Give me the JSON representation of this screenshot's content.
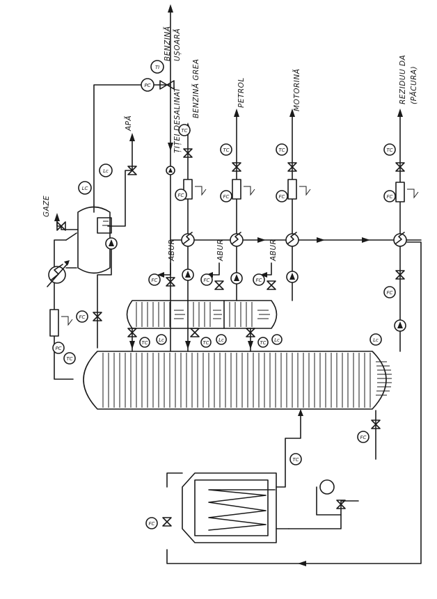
{
  "labels": {
    "gaze": "GAZE",
    "apa": "APĂ",
    "titei": "ȚIȚEI DESALINAT",
    "benzina_usoara_1": "BENZINĂ",
    "benzina_usoara_2": "UȘOARĂ",
    "benzina_grea": "BENZINĂ GREA",
    "petrol": "PETROL",
    "motorina": "MOTORINĂ",
    "abur1": "ABUR",
    "abur2": "ABUR",
    "abur3": "ABUR",
    "reziduu_1": "REZIDUU DA",
    "reziduu_2": "(PĂCURA)"
  },
  "instruments": {
    "pc": "PC",
    "tc": "TC",
    "fc": "FC",
    "lc": "LC",
    "ti": "TI",
    "lc2": "Lc"
  }
}
